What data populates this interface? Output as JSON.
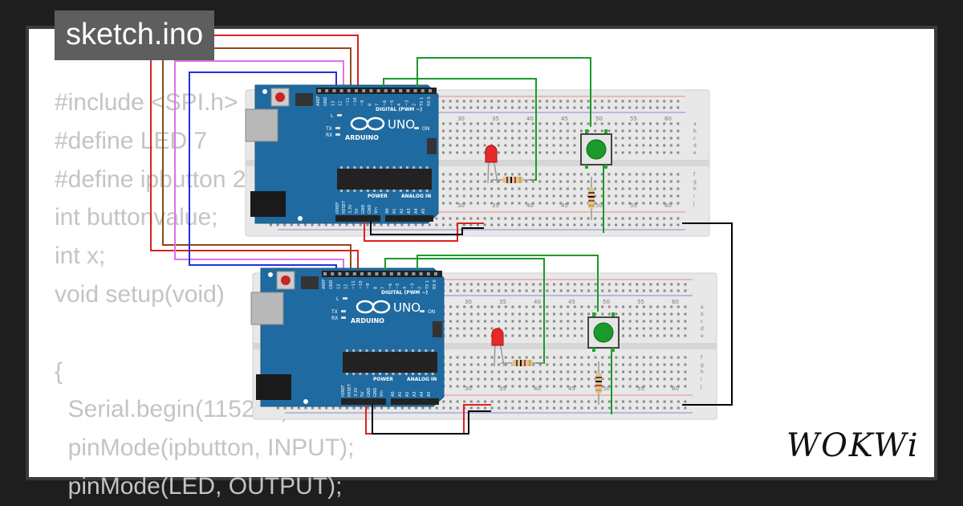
{
  "tab": {
    "label": "sketch.ino"
  },
  "code": {
    "lines": [
      "#include <SPI.h>",
      "#define LED 7",
      "#define ipbutton 2",
      "int buttonvalue;",
      "int x;",
      "void setup(void)",
      "",
      "{",
      "  Serial.begin(115200);",
      "  pinMode(ipbutton, INPUT);",
      "  pinMode(LED, OUTPUT);"
    ]
  },
  "board": {
    "model": "UNO",
    "brand": "ARDUINO",
    "digital_label": "DIGITAL (PWM ~)",
    "power_label": "POWER",
    "analog_label": "ANALOG IN",
    "on_label": "ON",
    "l_label": "L",
    "tx_label": "TX",
    "rx_label": "RX",
    "top_pins": [
      "AREF",
      "GND",
      "13",
      "12",
      "~11",
      "~10",
      "~9",
      "8",
      "7",
      "~6",
      "~5",
      "4",
      "~3",
      "2",
      "TX 1",
      "RX 0"
    ],
    "bottom_pins": [
      "IOREF",
      "RESET",
      "3.3V",
      "5V",
      "GND",
      "GND",
      "Vin",
      "A0",
      "A1",
      "A2",
      "A3",
      "A4",
      "A5"
    ]
  },
  "breadboard": {
    "column_numbers": [
      "30",
      "35",
      "40",
      "45",
      "50",
      "55",
      "60"
    ],
    "row_letters_top": [
      "a",
      "b",
      "c",
      "d",
      "e"
    ],
    "row_letters_bottom": [
      "f",
      "g",
      "h",
      "i",
      "j"
    ]
  },
  "colors": {
    "board_blue": "#1f6aa0",
    "wire_red": "#e02020",
    "wire_brown": "#8b4a1a",
    "wire_violet": "#e070e8",
    "wire_blue": "#2030e0",
    "wire_green": "#1a9a2a",
    "wire_black": "#000000",
    "button_green": "#1a9a2a",
    "led_red": "#e52a2a"
  },
  "logo": {
    "text": "WOKWi"
  }
}
